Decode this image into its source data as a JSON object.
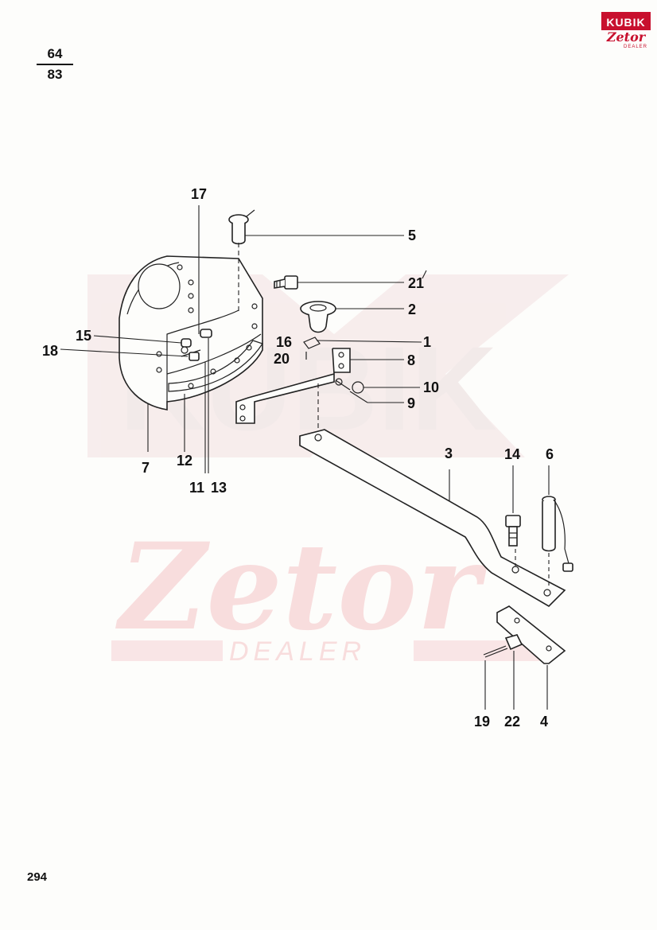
{
  "header": {
    "fraction_top": "64",
    "fraction_bottom": "83"
  },
  "logo": {
    "brand_top": "KUBIK",
    "brand_bottom": "Zetor",
    "brand_sub": "DEALER",
    "color": "#c8102e"
  },
  "footer": {
    "page_number": "294"
  },
  "diagram": {
    "part_labels": [
      "1",
      "2",
      "3",
      "4",
      "5",
      "6",
      "7",
      "8",
      "9",
      "10",
      "11",
      "12",
      "13",
      "14",
      "15",
      "16",
      "17",
      "18",
      "19",
      "20",
      "21",
      "22"
    ]
  },
  "watermark": {
    "text_top": "KUBIK",
    "text_mid": "Zetor",
    "text_bottom": "DEALER",
    "color": "#f3c9cc"
  }
}
